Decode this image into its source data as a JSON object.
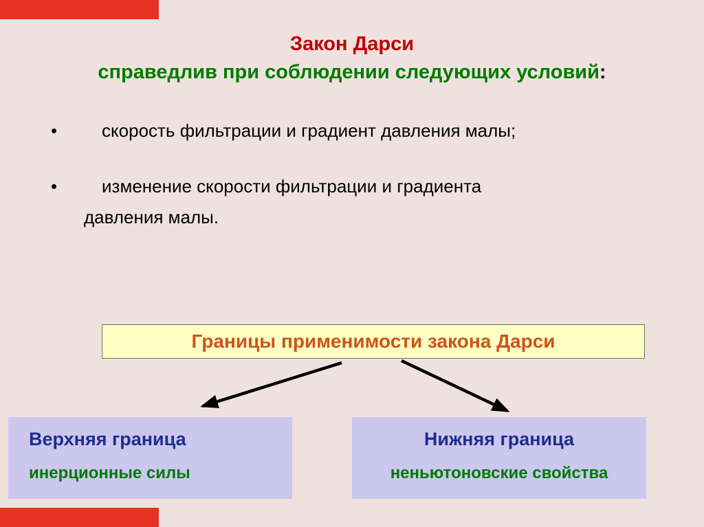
{
  "slide": {
    "title": {
      "line1": "Закон Дарси",
      "line2": "справедлив при соблюдении следующих условий",
      "line2_colon": ":"
    },
    "bullets": [
      {
        "marker": "•",
        "text": "скорость фильтрации и градиент давления малы;"
      },
      {
        "marker": "•",
        "text": "изменение скорости фильтрации и градиента давления малы."
      }
    ],
    "applicability_box": {
      "label": "Границы применимости закона Дарси"
    },
    "upper_bound_box": {
      "title": "Верхняя граница",
      "subtitle": "инерционные силы"
    },
    "lower_bound_box": {
      "title": "Нижняя граница",
      "subtitle": "неньютоновские свойства"
    },
    "colors": {
      "background": "#efe2de",
      "corner_bars": "#e63323",
      "title_heading": "#c00000",
      "title_subheading": "#007b00",
      "body_text": "#000000",
      "applicability_box_bg": "#ffffc5",
      "applicability_box_text": "#cf5418",
      "bound_box_bg": "#cbc7ee",
      "bound_box_title": "#1f2d8f",
      "bound_box_subtitle": "#007b00",
      "arrows": "#000000"
    }
  }
}
